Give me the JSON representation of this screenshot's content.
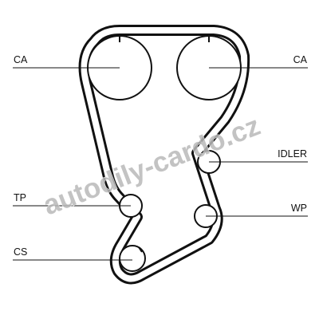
{
  "labels": {
    "cam_left": "CA",
    "cam_right": "CA",
    "idler": "IDLER",
    "tensioner": "TP",
    "water_pump": "WP",
    "crankshaft": "CS"
  },
  "watermark": {
    "text": "autodily-cardo.cz"
  },
  "colors": {
    "ink": "#111111",
    "watermark": "#b9b9b9",
    "background": "#ffffff"
  }
}
